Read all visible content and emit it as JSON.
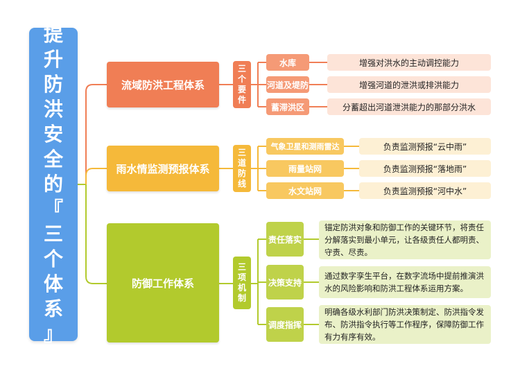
{
  "title_chars": [
    "提",
    "升",
    "防",
    "洪",
    "安",
    "全",
    "的",
    "『",
    "三",
    "个",
    "体",
    "系",
    "』"
  ],
  "colors": {
    "title": "#5a9ee8",
    "orange": "#f07e55",
    "yellow": "#f5b93a",
    "green": "#b2ca2d"
  },
  "systems": [
    {
      "name": "流域防洪工程体系",
      "group_chars": [
        "三",
        "个",
        "要",
        "件"
      ],
      "items": [
        {
          "label": "水库",
          "desc": "增强对洪水的主动调控能力"
        },
        {
          "label": "河道及堤防",
          "desc": "增强河道的泄洪或排洪能力"
        },
        {
          "label": "蓄滞洪区",
          "desc": "分蓄超出河道泄洪能力的那部分洪水"
        }
      ]
    },
    {
      "name": "雨水情监测预报体系",
      "group_chars": [
        "三",
        "道",
        "防",
        "线"
      ],
      "items": [
        {
          "label": "气象卫星和测雨雷达",
          "desc": "负责监测预报“云中雨”"
        },
        {
          "label": "雨量站网",
          "desc": "负责监测预报“落地雨”"
        },
        {
          "label": "水文站网",
          "desc": "负责监测预报“河中水”"
        }
      ]
    },
    {
      "name": "防御工作体系",
      "group_chars": [
        "三",
        "项",
        "机",
        "制"
      ],
      "items": [
        {
          "label": "责任落实",
          "desc": "锚定防洪对象和防御工作的关键环节，将责任分解落实到最小单元，让各级责任人都明责、守责、尽责。"
        },
        {
          "label": "决策支持",
          "desc": "通过数字孪生平台，在数字流场中提前推演洪水的风险影响和防洪工程体系运用方案。"
        },
        {
          "label": "调度指挥",
          "desc": "明确各级水利部门防洪决策制定、防洪指令发布、防洪指令执行等工作程序，保障防御工作有力有序有效。"
        }
      ]
    }
  ]
}
